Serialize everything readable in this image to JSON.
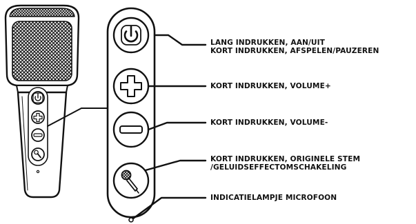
{
  "labels": {
    "power_line1": "LANG INDRUKKEN, AAN/UIT",
    "power_line2": "KORT INDRUKKEN, AFSPELEN/PAUZEREN",
    "volume_up": "KORT INDRUKKEN, VOLUME+",
    "volume_down": "KORT INDRUKKEN, VOLUME-",
    "voice_line1": "KORT INDRUKKEN, ORIGINELE STEM",
    "voice_line2": "/GELUIDSEFFECTOMSCHAKELING",
    "indicator": "INDICATIELAMPJE MICROFOON"
  },
  "icons": [
    "power-icon",
    "plus-icon",
    "minus-icon",
    "microphone-icon"
  ],
  "colors": {
    "line": "#111111",
    "grille_fill": "#1a1a1a",
    "background": "#ffffff"
  }
}
